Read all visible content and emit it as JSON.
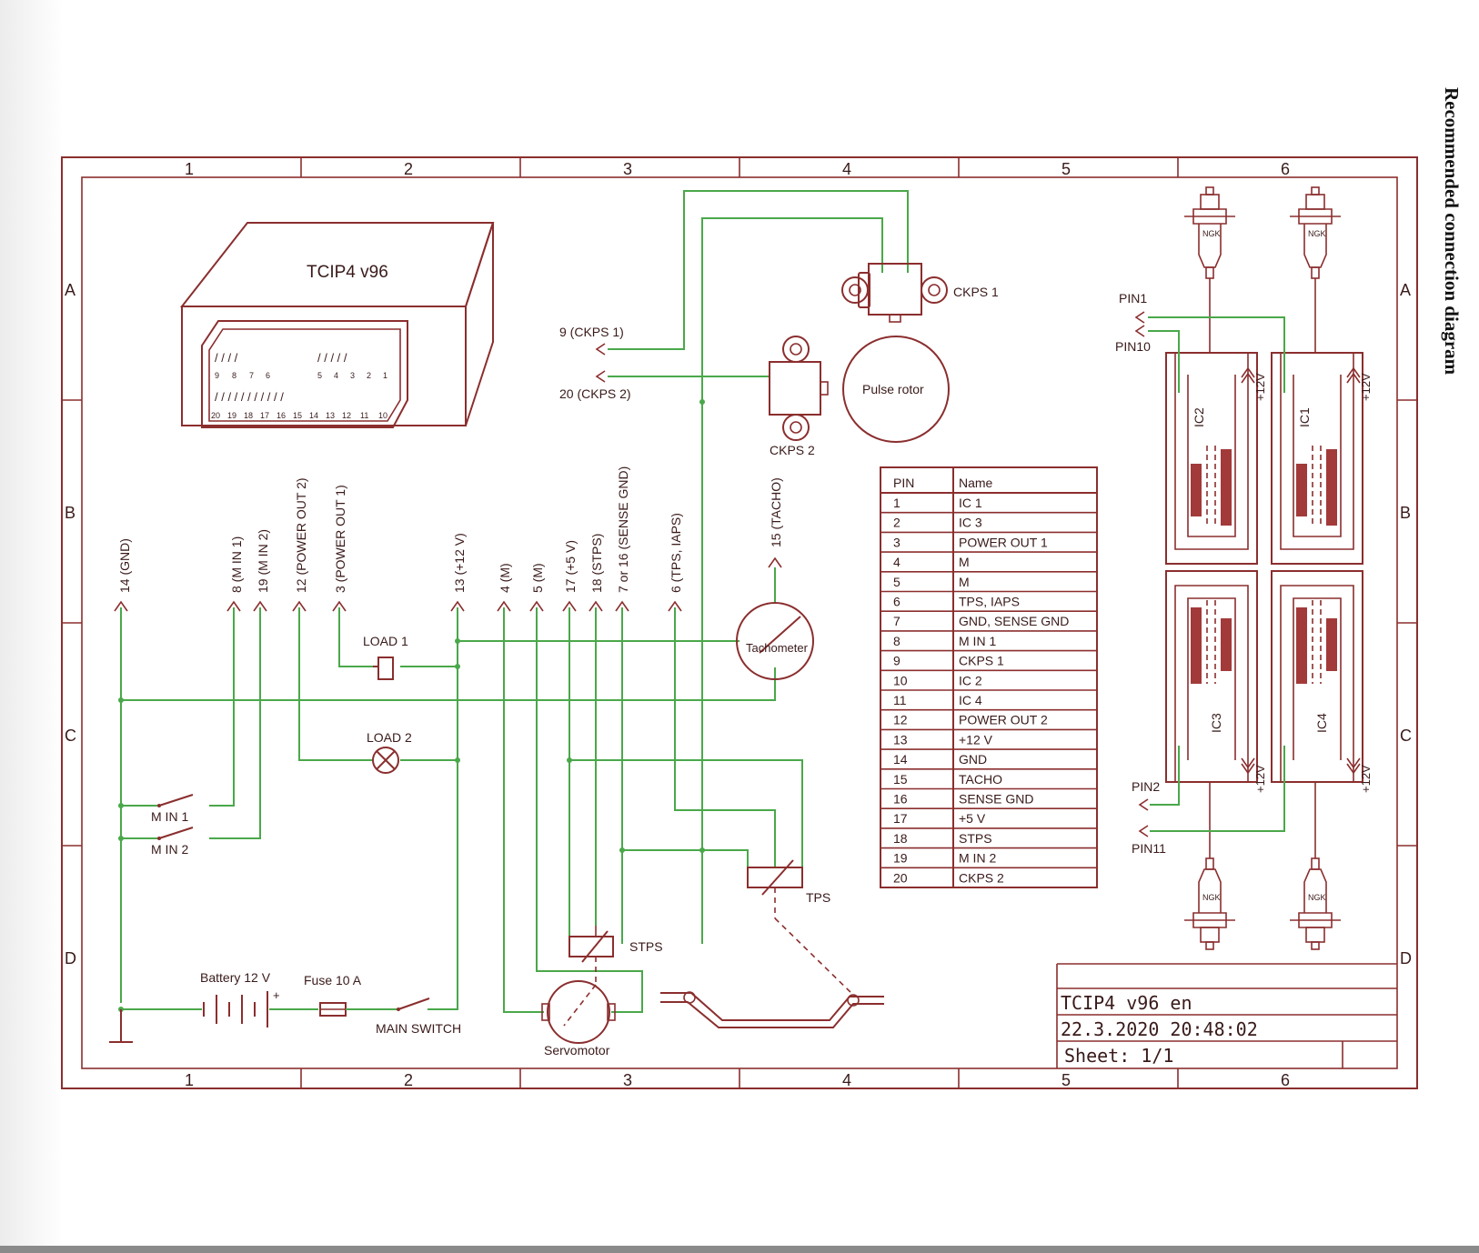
{
  "page_title": "Recommended connection diagram",
  "frame": {
    "columns": [
      "1",
      "2",
      "3",
      "4",
      "5",
      "6"
    ],
    "rows": [
      "A",
      "B",
      "C",
      "D"
    ]
  },
  "unit": {
    "name": "TCIP4 v96",
    "pins_top": [
      "9",
      "8",
      "7",
      "6",
      "5",
      "4",
      "3",
      "2",
      "1"
    ],
    "pins_bottom": [
      "20",
      "19",
      "18",
      "17",
      "16",
      "15",
      "14",
      "13",
      "12",
      "11",
      "10"
    ]
  },
  "sensors": {
    "ckps1": "CKPS 1",
    "ckps2": "CKPS 2",
    "pulse_rotor": "Pulse rotor",
    "ckps1_wire": "9 (CKPS 1)",
    "ckps2_wire": "20 (CKPS 2)"
  },
  "wire_labels": {
    "gnd": "14 (GND)",
    "min1": "8 (M IN 1)",
    "min2": "19 (M IN 2)",
    "pout2": "12 (POWER OUT 2)",
    "pout1": "3 (POWER OUT 1)",
    "v12": "13 (+12 V)",
    "m4": "4 (M)",
    "m5": "5 (M)",
    "v5": "17 (+5 V)",
    "stps": "18 (STPS)",
    "sensegnd": "7 or 16 (SENSE GND)",
    "tps": "6 (TPS, IAPS)",
    "tacho": "15 (TACHO)"
  },
  "components": {
    "load1": "LOAD 1",
    "load2": "LOAD 2",
    "tachometer": "Tachometer",
    "min1_switch": "M IN 1",
    "min2_switch": "M IN 2",
    "battery": "Battery 12 V",
    "battery_plus": "+",
    "fuse": "Fuse 10 A",
    "main_switch": "MAIN SWITCH",
    "servomotor": "Servomotor",
    "stps": "STPS",
    "tps": "TPS"
  },
  "pin_table": {
    "headers": [
      "PIN",
      "Name"
    ],
    "rows": [
      [
        "1",
        "IC 1"
      ],
      [
        "2",
        "IC 3"
      ],
      [
        "3",
        "POWER OUT 1"
      ],
      [
        "4",
        "M"
      ],
      [
        "5",
        "M"
      ],
      [
        "6",
        "TPS, IAPS"
      ],
      [
        "7",
        "GND, SENSE GND"
      ],
      [
        "8",
        "M IN 1"
      ],
      [
        "9",
        "CKPS 1"
      ],
      [
        "10",
        "IC 2"
      ],
      [
        "11",
        "IC 4"
      ],
      [
        "12",
        "POWER OUT 2"
      ],
      [
        "13",
        "+12 V"
      ],
      [
        "14",
        "GND"
      ],
      [
        "15",
        "TACHO"
      ],
      [
        "16",
        "SENSE GND"
      ],
      [
        "17",
        "+5 V"
      ],
      [
        "18",
        "STPS"
      ],
      [
        "19",
        "M IN 2"
      ],
      [
        "20",
        "CKPS 2"
      ]
    ]
  },
  "coils": {
    "ic1": "IC1",
    "ic2": "IC2",
    "ic3": "IC3",
    "ic4": "IC4",
    "plus12": "+12V",
    "pin1": "PIN1",
    "pin10": "PIN10",
    "pin2": "PIN2",
    "pin11": "PIN11",
    "plug_brand": "NGK"
  },
  "title_block": {
    "name": "TCIP4 v96 en",
    "date": "22.3.2020 20:48:02",
    "sheet": "Sheet: 1/1"
  },
  "colors": {
    "line": "#8b2e2e",
    "wire": "#4aa84a"
  }
}
